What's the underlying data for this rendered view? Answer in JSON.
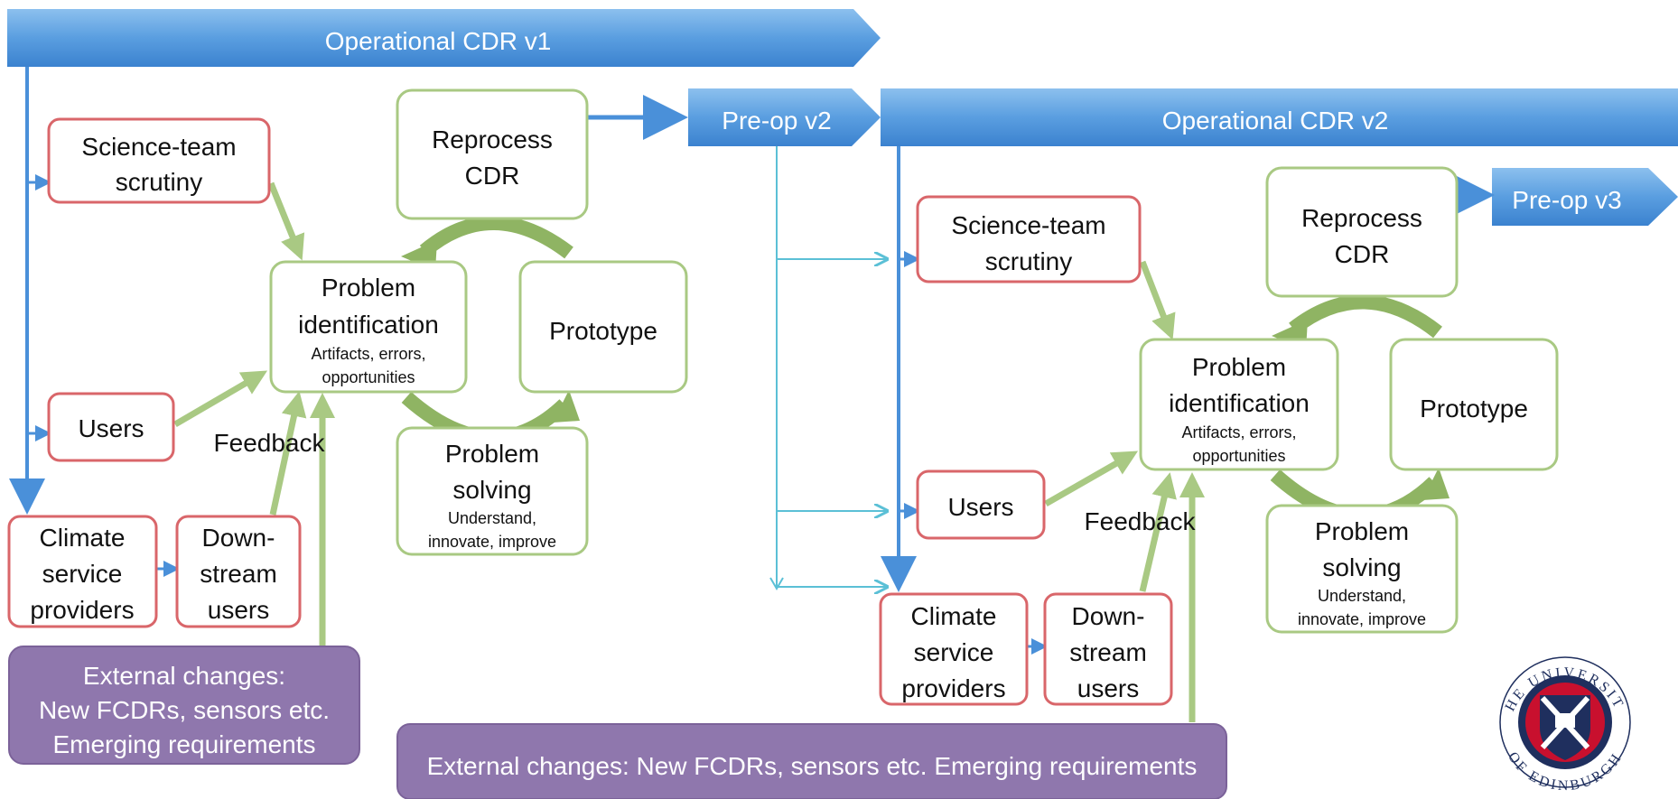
{
  "banners": {
    "op_v1": "Operational CDR v1",
    "preop_v2": "Pre-op  v2",
    "op_v2": "Operational CDR v2",
    "preop_v3": "Pre-op  v3"
  },
  "cycle1": {
    "science": [
      "Science-team",
      "scrutiny"
    ],
    "users": "Users",
    "climate": [
      "Climate",
      "service",
      "providers"
    ],
    "downstream": [
      "Down-",
      "stream",
      "users"
    ],
    "reprocess": [
      "Reprocess",
      "CDR"
    ],
    "problem_id": [
      "Problem",
      "identification"
    ],
    "problem_id_sub": [
      "Artifacts, errors,",
      "opportunities"
    ],
    "prototype": "Prototype",
    "problem_solving": [
      "Problem",
      "solving"
    ],
    "problem_solving_sub": [
      "Understand,",
      "innovate, improve"
    ],
    "feedback": "Feedback",
    "external": [
      "External changes:",
      "New FCDRs, sensors etc.",
      "Emerging requirements"
    ]
  },
  "cycle2": {
    "science": [
      "Science-team",
      "scrutiny"
    ],
    "users": "Users",
    "climate": [
      "Climate",
      "service",
      "providers"
    ],
    "downstream": [
      "Down-",
      "stream",
      "users"
    ],
    "reprocess": [
      "Reprocess",
      "CDR"
    ],
    "problem_id": [
      "Problem",
      "identification"
    ],
    "problem_id_sub": [
      "Artifacts, errors,",
      "opportunities"
    ],
    "prototype": "Prototype",
    "problem_solving": [
      "Problem",
      "solving"
    ],
    "problem_solving_sub": [
      "Understand,",
      "innovate, improve"
    ],
    "feedback": "Feedback",
    "external": "External changes: New FCDRs, sensors etc. Emerging requirements"
  },
  "logo": {
    "seal_text_top": "THE UNIVERSITY",
    "seal_text_bottom": "OF EDINBURGH"
  },
  "colors": {
    "banner_blue": "#4a90d9",
    "red_border": "#d9666a",
    "green_border": "#a9c983",
    "green_arrow": "#a9c983",
    "purple": "#8f77ad",
    "cyan_arrow": "#5bc0d6"
  }
}
